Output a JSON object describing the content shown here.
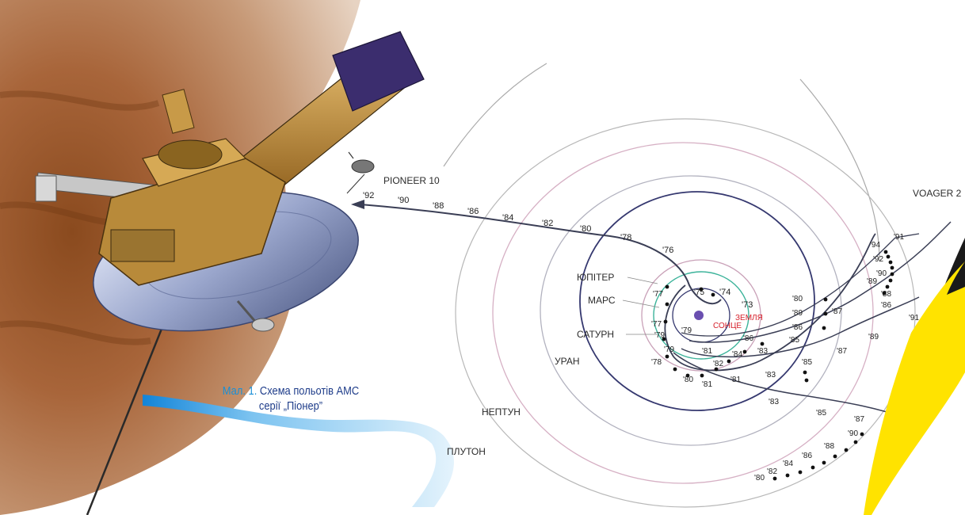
{
  "caption": {
    "figure_label": "Мал. 1.",
    "text_line1": "Схема польотів АМС",
    "text_line2": "серії „Піонер”"
  },
  "spacecraft": {
    "pioneer10": "PIONEER 10",
    "voyager2": "VOAGER 2"
  },
  "orbits": {
    "jupiter": "ЮПІТЕР",
    "mars": "МАРС",
    "saturn": "САТУРН",
    "uranus": "УРАН",
    "neptune": "НЕПТУН",
    "pluto": "ПЛУТОН",
    "earth": "ЗЕМЛЯ",
    "sun": "СОНЦЕ"
  },
  "pioneer_years": [
    "'92",
    "'90",
    "'88",
    "'86",
    "'84",
    "'82",
    "'80",
    "'78",
    "'76",
    "'74",
    "'73"
  ],
  "inner_years": [
    "'75",
    "'77",
    "'77",
    "'78",
    "'79",
    "'79",
    "'79",
    "'80",
    "'81",
    "'81",
    "'82",
    "'81",
    "'83",
    "'84",
    "'86"
  ],
  "right_years": [
    "'80",
    "'89",
    "'86",
    "'87",
    "'85",
    "'85",
    "'83",
    "'83",
    "'85",
    "'87",
    "'87",
    "'89",
    "'94",
    "'92",
    "'90",
    "'91",
    "'89",
    "'88",
    "'86",
    "'91",
    "'90",
    "'88",
    "'86",
    "'84",
    "'82",
    "'80"
  ],
  "colors": {
    "background": "#ffffff",
    "caption_blue": "#1f3d8a",
    "figure_label_blue": "#1a8fd6",
    "pioneer_path": "#3a3e55",
    "orbit_mars": "#3bb39a",
    "orbit_jupiter": "#35386f",
    "orbit_saturn": "#c9a1b8",
    "sun_label": "#d6202b",
    "yellow_band": "#ffe300"
  }
}
